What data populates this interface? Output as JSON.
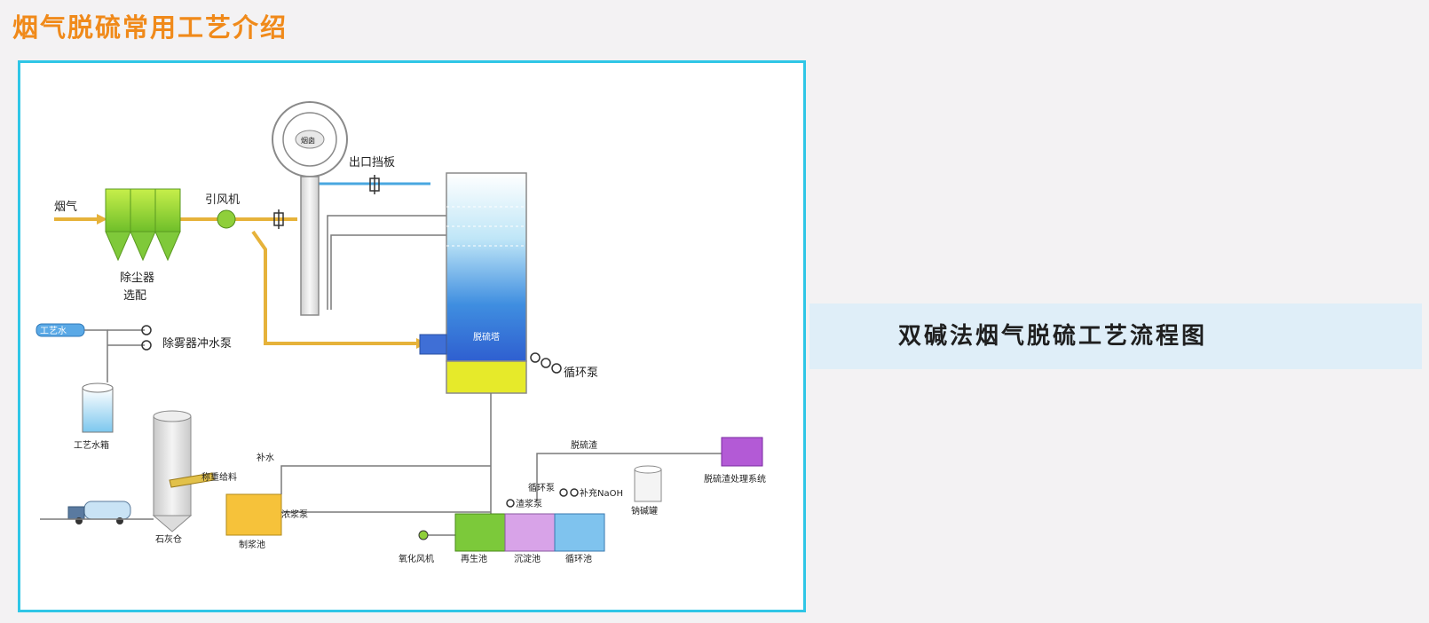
{
  "page": {
    "title": "烟气脱硫常用工艺介绍"
  },
  "colors": {
    "title": "#f08a1a",
    "frame": "#2fc6e6",
    "band": "#dfeef8",
    "flue_gas": "#8fcf3a",
    "gas_line": "#e6b23a",
    "water": "#49a7e0"
  },
  "caption": {
    "text": "双碱法烟气脱硫工艺流程图"
  },
  "diagram": {
    "labels": {
      "flue_gas": "烟气",
      "dust_collector": "除尘器",
      "dust_collector_note": "选配",
      "induced_fan": "引风机",
      "chimney": "烟囱",
      "outlet_damper": "出口挡板",
      "process_water": "工艺水",
      "demister_pump": "除雾器冲水泵",
      "water_tank": "工艺水箱",
      "tower": "脱硫塔",
      "circulation_pump": "循环泵",
      "lime_silo": "石灰仓",
      "weigh_feeder": "称重给料",
      "make_up_water": "补水",
      "slurry_pump": "浓浆泵",
      "slurry_pool": "制浆池",
      "oxidation_fan": "氧化风机",
      "regeneration_pool": "再生池",
      "sedimentation_pool": "沉淀池",
      "circulation_pool": "循环池",
      "pool_circ_pump": "循环泵",
      "slag_pump": "渣浆泵",
      "naoh_supply": "补充NaOH",
      "caustic_tank": "钠碱罐",
      "residue": "脱硫渣",
      "residue_system": "脱硫渣处理系统"
    }
  }
}
